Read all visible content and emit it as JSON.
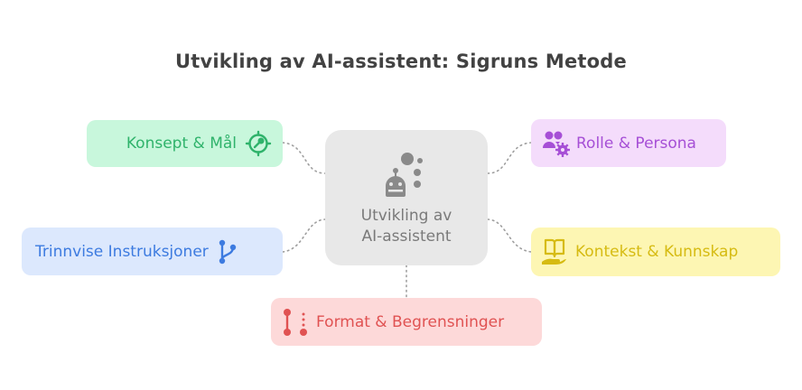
{
  "title": "Utvikling av AI-assistent: Sigruns Metode",
  "center": {
    "line1": "Utvikling av",
    "line2": "AI-assistent",
    "icon": "robot-icon",
    "bg": "#e8e8e8",
    "color": "#7a7a7a"
  },
  "nodes": [
    {
      "id": "konsept",
      "label": "Konsept & Mål",
      "icon": "target-icon",
      "bg": "#c8f7dc",
      "color": "#2fb36b"
    },
    {
      "id": "rolle",
      "label": "Rolle & Persona",
      "icon": "users-gear-icon",
      "bg": "#f4dcfb",
      "color": "#a64fd6"
    },
    {
      "id": "trinnvise",
      "label": "Trinnvise Instruksjoner",
      "icon": "branch-icon",
      "bg": "#dce8fd",
      "color": "#3d7be0"
    },
    {
      "id": "kontekst",
      "label": "Kontekst & Kunnskap",
      "icon": "book-hand-icon",
      "bg": "#fdf6b3",
      "color": "#d6bb12"
    },
    {
      "id": "format",
      "label": "Format & Begrensninger",
      "icon": "ruler-dots-icon",
      "bg": "#fdd9d9",
      "color": "#e05252"
    }
  ]
}
